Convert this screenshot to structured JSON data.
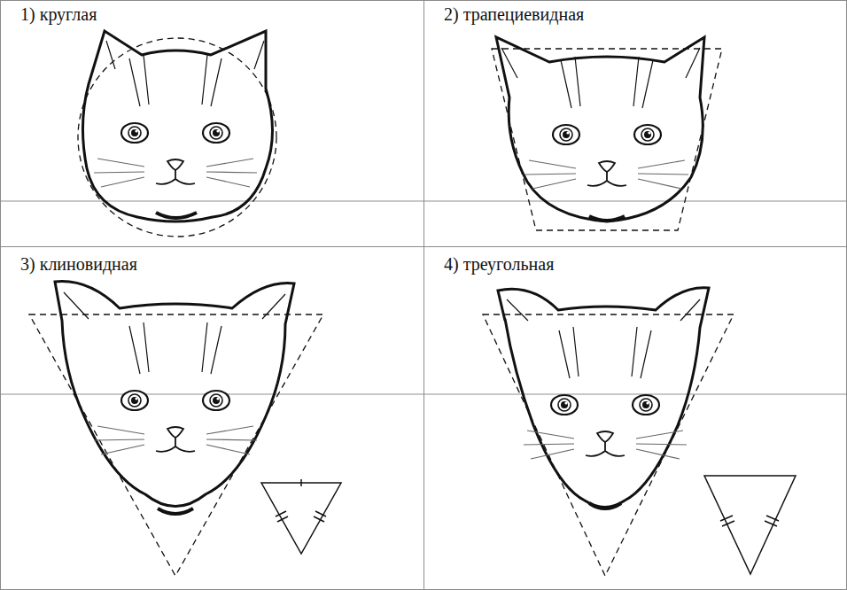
{
  "diagram": {
    "nodes": [
      {
        "text": [
          "1) круглая"
        ]
      },
      {
        "text": [
          "2) трапециевидная"
        ]
      },
      {
        "text": [
          "3) клиновидная"
        ]
      },
      {
        "text": [
          "4) треугольная"
        ]
      }
    ]
  }
}
